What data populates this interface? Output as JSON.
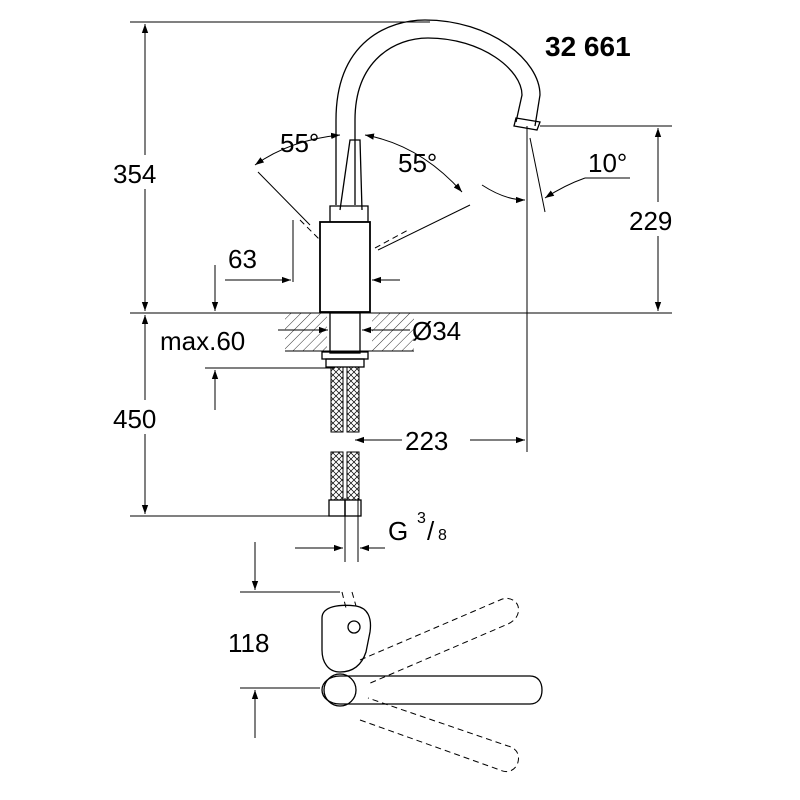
{
  "product_number": "32 661",
  "dimensions": {
    "total_height": "354",
    "spout_height": "229",
    "lever_offset": "63",
    "max_counter_thickness": "max.60",
    "hose_length": "450",
    "spout_reach": "223",
    "hole_diameter": "Ø34",
    "thread": {
      "base": "G",
      "numerator": "3",
      "slash": "/",
      "denominator": "8"
    },
    "swivel_offset": "118",
    "lever_angle_left": "55°",
    "lever_angle_right": "55°",
    "spout_tilt": "10°"
  }
}
